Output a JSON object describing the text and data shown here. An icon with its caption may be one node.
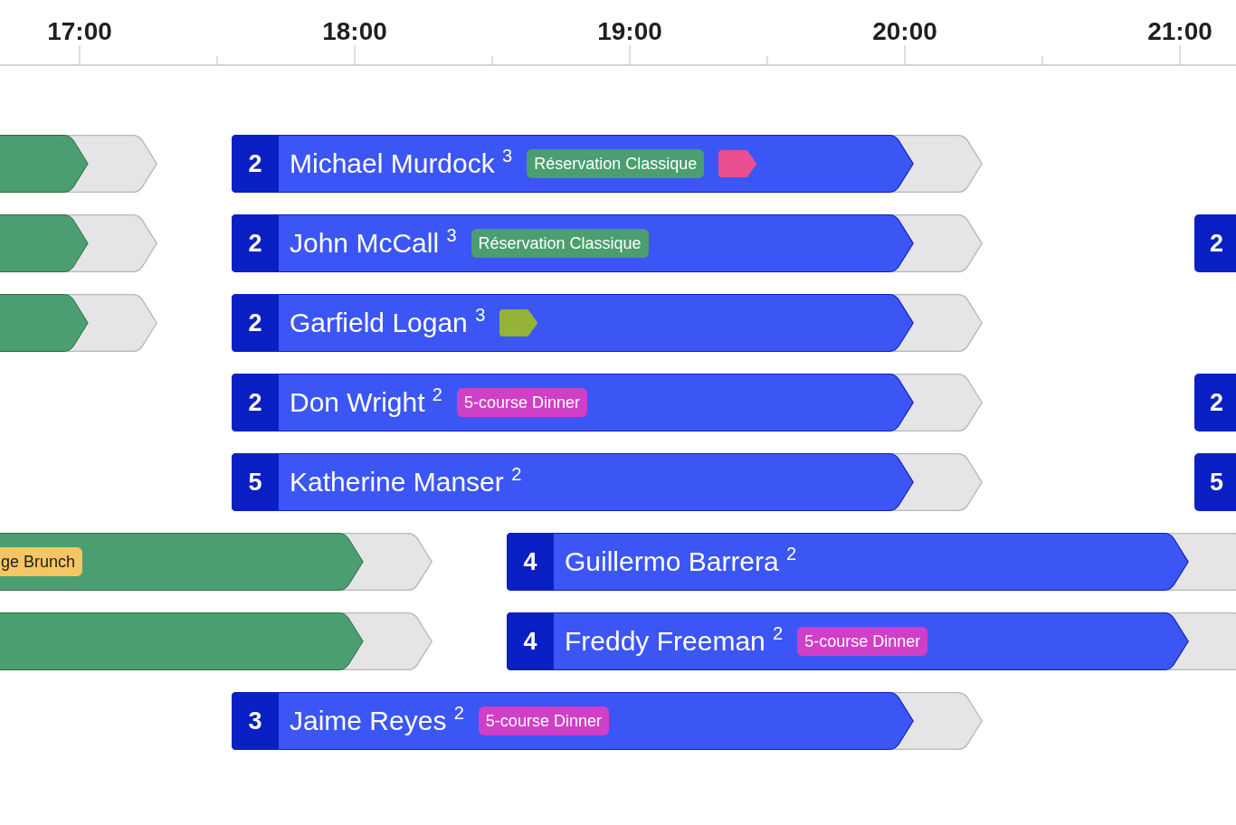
{
  "diagram": {
    "nodes": [
      {
        "text": [],
        "shape": "bar"
      },
      {
        "text": [],
        "shape": "bar"
      },
      {
        "text": [
          "Michael Murdock $^{3}$"
        ]
      },
      {
        "text": [
          "2"
        ],
        "in": 2
      },
      {
        "text": [
          "Réservation Classique"
        ],
        "in": 2
      },
      {
        "text": [],
        "shape": "tag",
        "in": 2
      },
      {
        "text": [],
        "shape": "bar"
      },
      {
        "text": [],
        "shape": "bar"
      },
      {
        "text": [],
        "shape": "bar"
      },
      {
        "text": [
          "John McCall $^{3}$"
        ]
      },
      {
        "text": [
          "2"
        ],
        "in": 9
      },
      {
        "text": [
          "Réservation Classique"
        ],
        "in": 9
      },
      {
        "text": [],
        "shape": "bar"
      },
      {
        "text": [
          "2"
        ]
      },
      {
        "text": [],
        "shape": "bar"
      },
      {
        "text": [],
        "shape": "bar"
      },
      {
        "text": [
          "Garfield Logan $^{3}$"
        ]
      },
      {
        "text": [
          "2"
        ],
        "in": 16
      },
      {
        "text": [],
        "shape": "tag",
        "in": 16
      },
      {
        "text": [],
        "shape": "bar"
      },
      {
        "text": [
          "Don Wright $^{2}$"
        ]
      },
      {
        "text": [
          "2"
        ],
        "in": 20
      },
      {
        "text": [
          "5-course Dinner"
        ],
        "in": 20
      },
      {
        "text": [],
        "shape": "bar"
      },
      {
        "text": [
          "2"
        ]
      },
      {
        "text": [
          "Katherine Manser $^{2}$"
        ]
      },
      {
        "text": [
          "5"
        ],
        "in": 25
      },
      {
        "text": [],
        "shape": "bar"
      },
      {
        "text": [
          "5"
        ]
      },
      {
        "text": [],
        "shape": "bar"
      },
      {
        "text": [
          "ge Brunch"
        ],
        "in": 29
      },
      {
        "text": [],
        "shape": "bar"
      },
      {
        "text": [
          "Guillermo Barrera $^{2}$"
        ]
      },
      {
        "text": [
          "4"
        ],
        "in": 32
      },
      {
        "text": [],
        "shape": "bar"
      },
      {
        "text": [],
        "shape": "bar"
      },
      {
        "text": [],
        "shape": "bar"
      },
      {
        "text": [
          "Freddy Freeman $^{2}$"
        ]
      },
      {
        "text": [
          "4"
        ],
        "in": 37
      },
      {
        "text": [
          "5-course Dinner"
        ],
        "in": 37
      },
      {
        "text": [],
        "shape": "bar"
      },
      {
        "text": [
          "Jaime Reyes $^{2}$"
        ]
      },
      {
        "text": [
          "3"
        ],
        "in": 41
      },
      {
        "text": [
          "5-course Dinner"
        ],
        "in": 41
      },
      {
        "text": [],
        "shape": "bar"
      }
    ],
    "labels": [
      "17:00",
      "18:00",
      "19:00",
      "20:00",
      "21:00"
    ]
  }
}
